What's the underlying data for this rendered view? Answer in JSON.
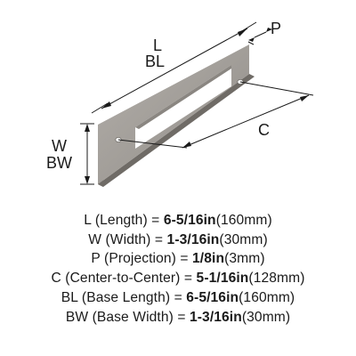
{
  "diagram": {
    "labels": {
      "length": "L",
      "base_length": "BL",
      "projection": "P",
      "center_to_center": "C",
      "width": "W",
      "base_width": "BW"
    },
    "colors": {
      "plate_face": "#a6a29d",
      "plate_edge": "#7a7671",
      "line": "#1a1a1a"
    }
  },
  "specs": [
    {
      "key": "L",
      "name": "(Length) = ",
      "value": "6-5/16in",
      "metric": "(160mm)"
    },
    {
      "key": "W",
      "name": "(Width) = ",
      "value": "1-3/16in",
      "metric": "(30mm)"
    },
    {
      "key": "P",
      "name": "(Projection) = ",
      "value": "1/8in",
      "metric": "(3mm)"
    },
    {
      "key": "C",
      "name": "(Center-to-Center) = ",
      "value": "5-1/16in",
      "metric": "(128mm)"
    },
    {
      "key": "BL",
      "name": "(Base Length) = ",
      "value": "6-5/16in",
      "metric": "(160mm)"
    },
    {
      "key": "BW",
      "name": "(Base Width) = ",
      "value": "1-3/16in",
      "metric": "(30mm)"
    }
  ]
}
